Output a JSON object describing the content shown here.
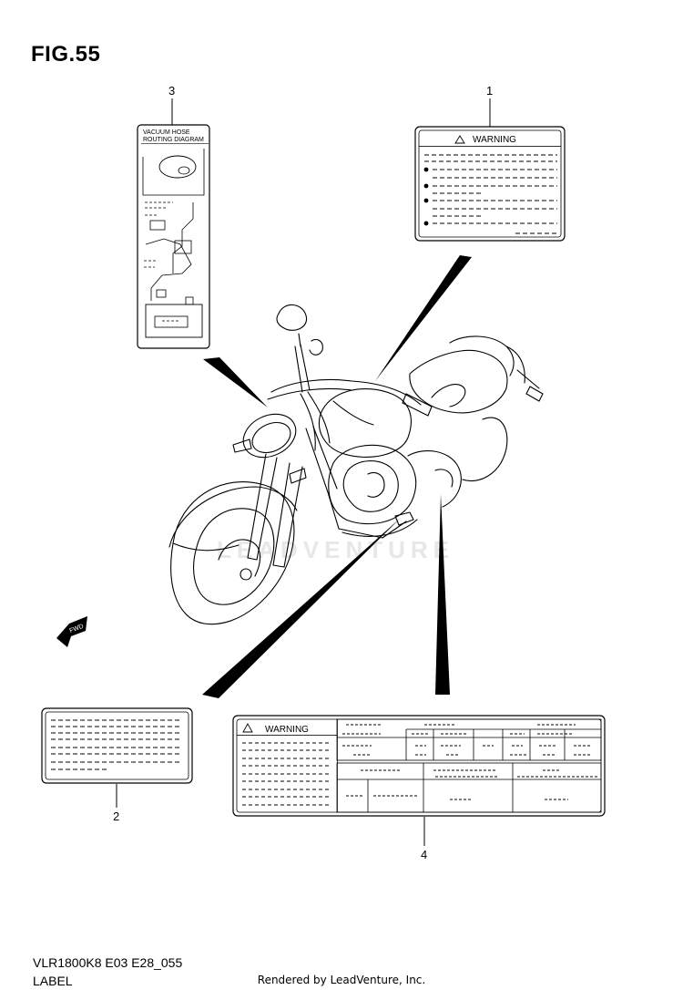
{
  "figure": {
    "title": "FIG.55",
    "code": "VLR1800K8 E03 E28_055",
    "name": "LABEL"
  },
  "callouts": [
    "1",
    "2",
    "3",
    "4"
  ],
  "labels": {
    "warning_text": "WARNING",
    "vacuum_title_line1": "VACUUM HOSE",
    "vacuum_title_line2": "ROUTING DIAGRAM",
    "fwd_text": "FWD"
  },
  "watermark": "LEADVENTURE",
  "rendered_by": "Rendered by LeadVenture, Inc."
}
